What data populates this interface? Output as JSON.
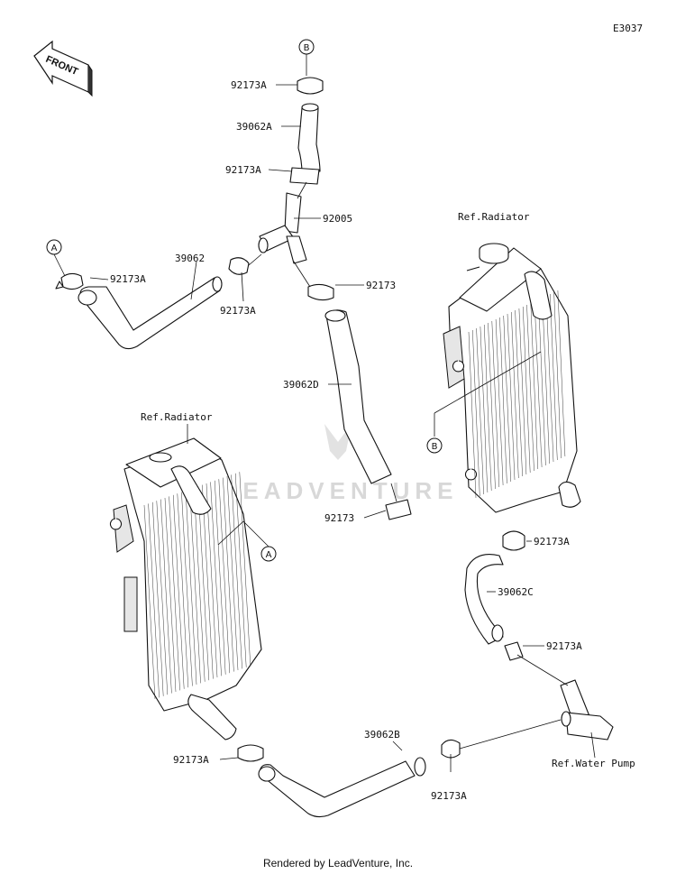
{
  "diagram_code": "E3037",
  "front_label": "FRONT",
  "watermark": "LEADVENTURE",
  "footer": "Rendered by LeadVenture, Inc.",
  "callouts": {
    "a": "A",
    "b": "B"
  },
  "references": {
    "radiator_right": "Ref.Radiator",
    "radiator_left": "Ref.Radiator",
    "water_pump": "Ref.Water Pump"
  },
  "part_labels": {
    "clamp_top": "92173A",
    "hose_top": "39062A",
    "clamp_upper": "92173A",
    "joint": "92005",
    "hose_left": "39062",
    "clamp_left": "92173A",
    "clamp_joint_left": "92173A",
    "clamp_joint_right": "92173",
    "hose_middle": "39062D",
    "clamp_middle": "92173",
    "clamp_right_radiator": "92173A",
    "hose_right": "39062C",
    "clamp_right_lower": "92173A",
    "hose_bottom": "39062B",
    "clamp_left_radiator": "92173A",
    "clamp_pump": "92173A"
  }
}
